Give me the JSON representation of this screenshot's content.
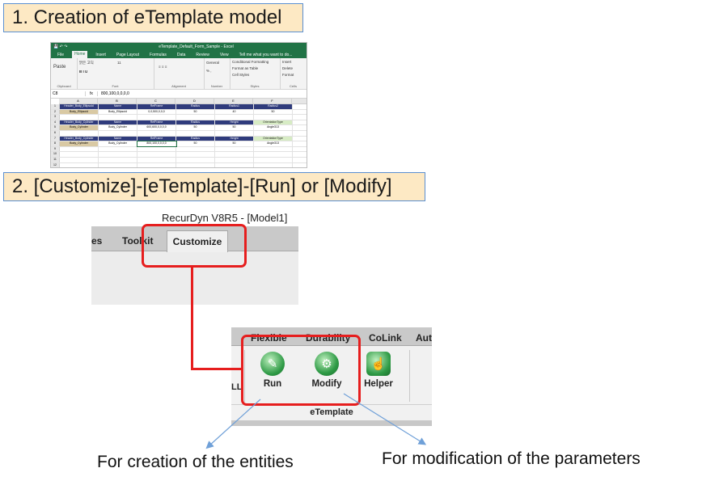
{
  "steps": [
    {
      "label": "1. Creation of eTemplate model"
    },
    {
      "label": "2. [Customize]-[eTemplate]-[Run] or [Modify]"
    }
  ],
  "excel": {
    "title": "eTemplate_Default_Form_Sample - Excel",
    "tell_me": "Tell me what you want to do...",
    "tabs": [
      "File",
      "Home",
      "Insert",
      "Page Layout",
      "Formulas",
      "Data",
      "Review",
      "View"
    ],
    "active_tab": "Home",
    "ribbon_groups": [
      {
        "label": "Clipboard",
        "items": [
          "Paste"
        ]
      },
      {
        "label": "Font",
        "items": [
          "맑은 고딕",
          "11",
          "B  I  U"
        ]
      },
      {
        "label": "Alignment",
        "items": [
          "≡ ≡ ≡"
        ]
      },
      {
        "label": "Number",
        "items": [
          "General",
          "% ,"
        ]
      },
      {
        "label": "Styles",
        "items": [
          "Conditional Formatting",
          "Format as Table",
          "Cell Styles"
        ]
      },
      {
        "label": "Cells",
        "items": [
          "Insert",
          "Delete",
          "Format"
        ]
      }
    ],
    "name_box": "C8",
    "fx": "fx",
    "formula": "800,100,0,0,0,0",
    "columns": [
      "A",
      "B",
      "C",
      "D",
      "E",
      "F"
    ],
    "rows": [
      {
        "n": "1",
        "cells": [
          "Header_Body_Ellipsoid",
          "Name",
          "RefFrame",
          "Radius",
          "Radius1",
          "Radius2"
        ],
        "style": [
          "hd",
          "hd",
          "hd",
          "hd",
          "hd",
          "hd"
        ]
      },
      {
        "n": "2",
        "cells": [
          "Body_Ellipsoid",
          "Body_Ellipsoid",
          "0,0,500,0,0,0",
          "50",
          "40",
          "50"
        ],
        "style": [
          "tan",
          "",
          "",
          "",
          "",
          ""
        ]
      },
      {
        "n": "3",
        "cells": [
          "",
          "",
          "",
          "",
          "",
          ""
        ],
        "style": [
          "",
          "",
          "",
          "",
          "",
          ""
        ]
      },
      {
        "n": "4",
        "cells": [
          "Header_Body_Cylinder",
          "Name",
          "RefFrame",
          "Radius",
          "Height",
          "OrientationType"
        ],
        "style": [
          "hd",
          "hd",
          "hd",
          "hd",
          "hd",
          "grn"
        ]
      },
      {
        "n": "5",
        "cells": [
          "Body_Cylinder",
          "Body_Cylinder",
          "600,600,0,0,0,0",
          "50",
          "50",
          "Angle313"
        ],
        "style": [
          "tan",
          "",
          "",
          "",
          "",
          ""
        ]
      },
      {
        "n": "6",
        "cells": [
          "",
          "",
          "",
          "",
          "",
          ""
        ],
        "style": [
          "",
          "",
          "",
          "",
          "",
          ""
        ]
      },
      {
        "n": "7",
        "cells": [
          "Header_Body_Cylinder",
          "Name",
          "RefFrame",
          "Radius",
          "Height",
          "OrientationType"
        ],
        "style": [
          "hd",
          "hd",
          "hd",
          "hd",
          "hd",
          "grn"
        ]
      },
      {
        "n": "8",
        "cells": [
          "Body_Cylinder",
          "Body_Cylinder",
          "800,100,0,0,0,0",
          "50",
          "50",
          "Angle313"
        ],
        "style": [
          "tan",
          "",
          "sel",
          "",
          "",
          ""
        ]
      },
      {
        "n": "9",
        "cells": [
          "",
          "",
          "",
          "",
          "",
          ""
        ],
        "style": [
          "",
          "",
          "",
          "",
          "",
          ""
        ]
      },
      {
        "n": "10",
        "cells": [
          "",
          "",
          "",
          "",
          "",
          ""
        ],
        "style": [
          "",
          "",
          "",
          "",
          "",
          ""
        ]
      },
      {
        "n": "11",
        "cells": [
          "",
          "",
          "",
          "",
          "",
          ""
        ],
        "style": [
          "",
          "",
          "",
          "",
          "",
          ""
        ]
      },
      {
        "n": "12",
        "cells": [
          "",
          "",
          "",
          "",
          "",
          ""
        ],
        "style": [
          "",
          "",
          "",
          "",
          "",
          ""
        ]
      }
    ]
  },
  "recurdyn_top": {
    "window_title": "RecurDyn V8R5 - [Model1]",
    "tabs": [
      "es",
      "Toolkit",
      "Customize"
    ],
    "selected_tab": "Customize"
  },
  "recurdyn_ribbon": {
    "tabs": [
      "Flexible",
      "Durability",
      "CoLink",
      "Aut"
    ],
    "group_label": "eTemplate",
    "left_cut": "LL",
    "tools": [
      {
        "label": "Run",
        "icon": "run-icon"
      },
      {
        "label": "Modify",
        "icon": "modify-icon"
      },
      {
        "label": "Helper",
        "icon": "helper-icon"
      }
    ]
  },
  "captions": {
    "run": "For creation of the entities",
    "modify": "For modification of the parameters"
  },
  "colors": {
    "highlight": "#e61e1e",
    "step_bg": "#fde9c4",
    "step_border": "#5b8fd1",
    "excel_green": "#217346"
  }
}
